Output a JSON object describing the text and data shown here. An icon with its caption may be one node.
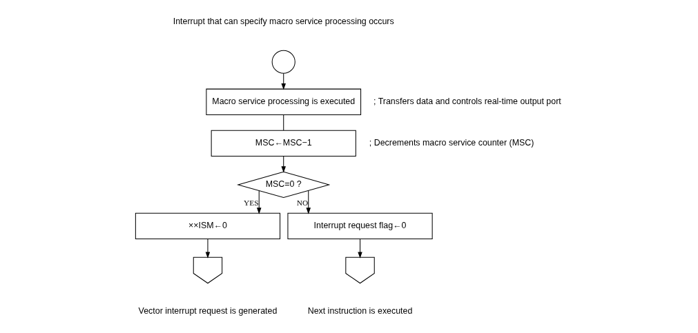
{
  "diagram": {
    "nodes": [
      {
        "text": [],
        "shape": "circle",
        "beside": [
          "Interrupt that can specify macro service processing occurs"
        ]
      },
      {
        "text": [
          "Macro service processing is executed"
        ],
        "beside": [
          "; Transfers data and controls real-time output port"
        ]
      },
      {
        "text": [
          "MSC←MSC−1"
        ],
        "beside": [
          "; Decrements macro service counter (MSC)"
        ]
      },
      {
        "text": [
          "MSC=0 ?"
        ]
      },
      {
        "text": [
          "××ISM←0"
        ]
      },
      {
        "text": [
          "Interrupt request flag←0"
        ]
      },
      {
        "text": [],
        "shape": "pentagon",
        "beside": [
          "Vector interrupt request is generated"
        ]
      },
      {
        "text": [],
        "shape": "pentagon",
        "beside": [
          "Next instruction is executed"
        ]
      }
    ],
    "edges": [
      {
        "from": 0,
        "to": 1,
        "arrow": "to"
      },
      {
        "from": 1,
        "to": 2,
        "arrow": "none"
      },
      {
        "from": 2,
        "to": 3,
        "arrow": "to"
      },
      {
        "from": 3,
        "to": 4,
        "arrow": "to",
        "label": "YES"
      },
      {
        "from": 3,
        "to": 5,
        "arrow": "to",
        "label": "NO"
      },
      {
        "from": 4,
        "to": 6,
        "arrow": "to"
      },
      {
        "from": 5,
        "to": 7,
        "arrow": "to"
      }
    ]
  }
}
